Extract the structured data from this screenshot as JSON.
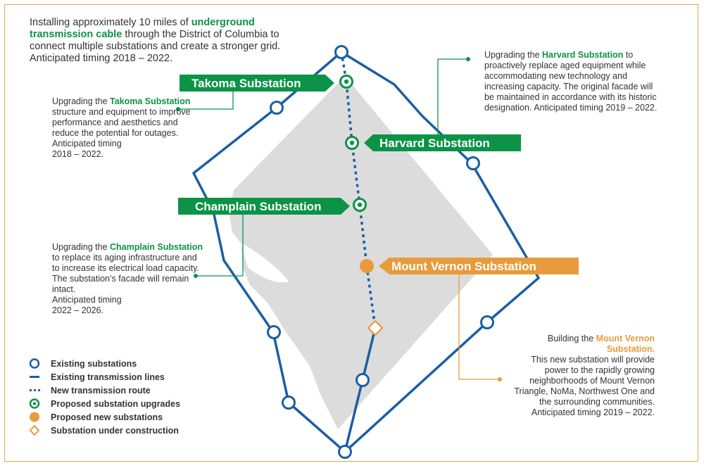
{
  "intro": {
    "part1": "Installing approximately 10 miles of ",
    "highlight": "underground transmission cable",
    "part2": " through the District of Columbia to connect multiple substations and create a stronger grid.",
    "timing": "Anticipated timing 2018 – 2022."
  },
  "takoma": {
    "label": "Takoma Substation",
    "desc_pre": "Upgrading the ",
    "desc_highlight": "Takoma Substation",
    "desc_post": " structure and equipment to improve performance and aesthetics and reduce the potential for outages.",
    "timing_label": "Anticipated timing",
    "timing_value": "2018 – 2022."
  },
  "harvard": {
    "label": "Harvard Substation",
    "desc_pre": "Upgrading the ",
    "desc_highlight": "Harvard Substation",
    "desc_post": " to proactively replace aged equipment while accommodating new technology and increasing capacity. The original facade will be maintained in accordance with its historic designation. Anticipated timing 2019 – 2022."
  },
  "champlain": {
    "label": "Champlain Substation",
    "desc_pre": "Upgrading the ",
    "desc_highlight": "Champlain Substation",
    "desc_post": " to replace its aging infrastructure and to increase its electrical load capacity. The substation’s facade will remain intact.",
    "timing_label": "Anticipated timing",
    "timing_value": "2022 – 2026."
  },
  "mount_vernon": {
    "label": "Mount Vernon Substation",
    "desc_pre": "Building the ",
    "desc_highlight": "Mount Vernon Substation",
    "desc_post": "This new substation will provide power to the rapidly growing neighborhoods of Mount Vernon Triangle, NoMa, Northwest One and the surrounding communities. Anticipated timing 2019 – 2022."
  },
  "legend": [
    {
      "symbol": "existing-substation-icon",
      "label": "Existing substations"
    },
    {
      "symbol": "existing-line-icon",
      "label": "Existing transmission lines"
    },
    {
      "symbol": "new-route-icon",
      "label": "New transmission route"
    },
    {
      "symbol": "proposed-upgrade-icon",
      "label": "Proposed substation upgrades"
    },
    {
      "symbol": "proposed-new-icon",
      "label": "Proposed new substations"
    },
    {
      "symbol": "under-construction-icon",
      "label": "Substation under construction"
    }
  ],
  "colors": {
    "blue": "#1a5fa3",
    "green": "#0c9347",
    "orange": "#e89b3c",
    "district_gray": "#dcdcdc",
    "border": "#e8a64a"
  }
}
